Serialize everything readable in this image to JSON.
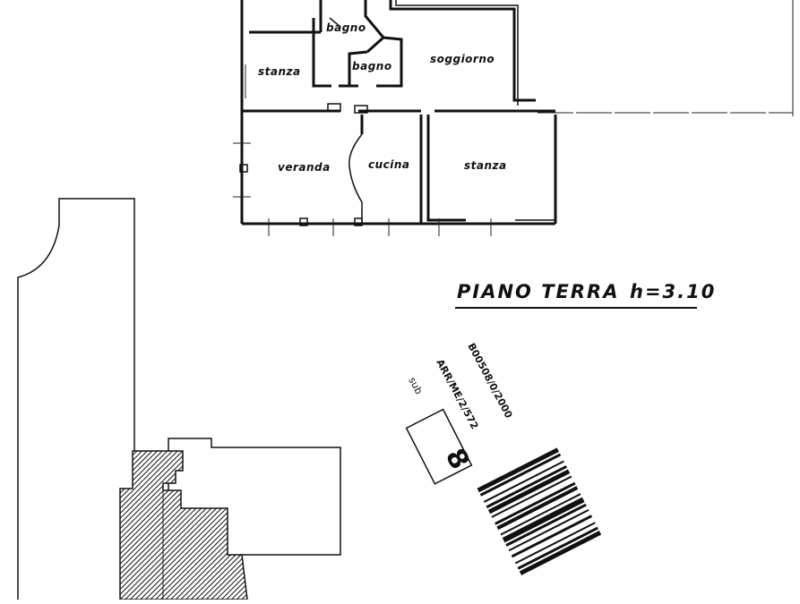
{
  "rooms": {
    "bagno_top": "bagno",
    "bagno_small": "bagno",
    "soggiorno": "soggiorno",
    "stanza_left": "stanza",
    "veranda": "veranda",
    "cucina": "cucina",
    "stanza_right": "stanza"
  },
  "title": {
    "floor": "PIANO TERRA",
    "height": "h=3.10"
  },
  "stamp": {
    "code": "B00508/0/2000",
    "ref": "ARR/ME/2/572",
    "sub_label": "sub",
    "sub_number": "8"
  },
  "colors": {
    "ink": "#111111",
    "paper": "#ffffff"
  }
}
